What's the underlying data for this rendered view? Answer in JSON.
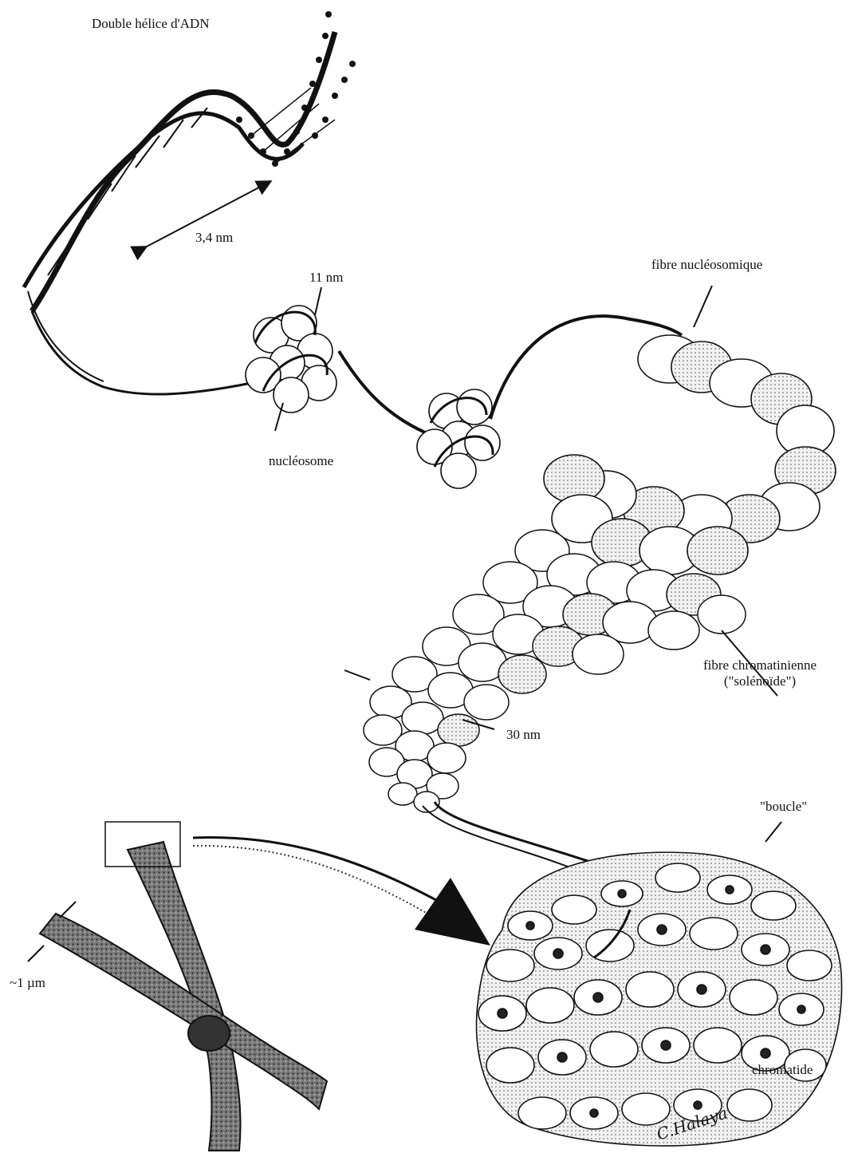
{
  "labels": {
    "dna_helix": "Double hélice d'ADN",
    "helix_pitch": "3,4 nm",
    "nucleosome_diameter": "11 nm",
    "nucleosome": "nucléosome",
    "nucleosome_fiber": "fibre nucléosomique",
    "chromatin_fiber_line1": "fibre chromatinienne",
    "chromatin_fiber_line2": "(\"solénoïde\")",
    "fiber_diameter": "30 nm",
    "loop": "\"boucle\"",
    "chromosome_width": "~1 µm",
    "chromatid": "chromatide"
  },
  "signature": "C.Halaya"
}
